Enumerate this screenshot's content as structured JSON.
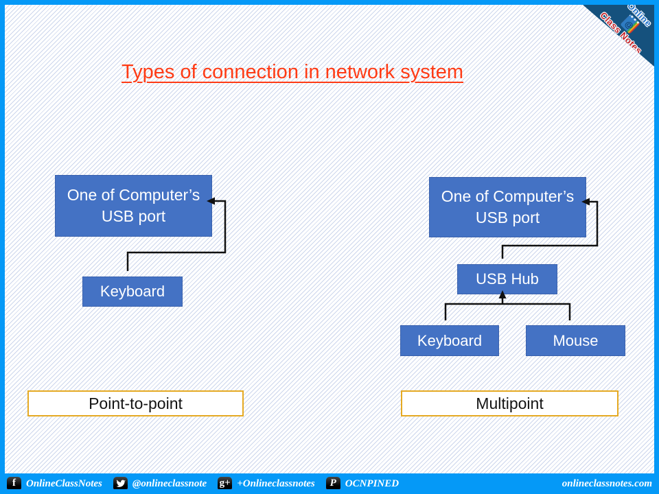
{
  "title": "Types of connection in network system",
  "left_diagram": {
    "usb_box": {
      "line1": "One of Computer’s",
      "line2": "USB port"
    },
    "keyboard": "Keyboard",
    "caption": "Point-to-point"
  },
  "right_diagram": {
    "usb_box": {
      "line1": "One of Computer’s",
      "line2": "USB port"
    },
    "hub": "USB Hub",
    "keyboard": "Keyboard",
    "mouse": "Mouse",
    "caption": "Multipoint"
  },
  "footer": {
    "facebook_label": "OnlineClassNotes",
    "twitter_label": "@onlineclassnote",
    "googleplus_label": "+Onlineclassnotes",
    "pinterest_label": "OCNPINED",
    "website": "onlineclassnotes.com",
    "icon_glyphs": {
      "facebook": "f",
      "googleplus": "g+",
      "pinterest": "P"
    }
  },
  "corner_logo": {
    "line1": "Online",
    "line2": "Class Notes",
    "icon_glyph": "@"
  },
  "colors": {
    "box_fill": "#4472C4",
    "box_border": "#3B62AD",
    "caption_border": "#E5A922",
    "title_color": "#FF3B15",
    "footer_bar": "#0599F7",
    "slide_border": "#0599F7",
    "connector": "#111111",
    "corner_triangle": "#15517D"
  }
}
